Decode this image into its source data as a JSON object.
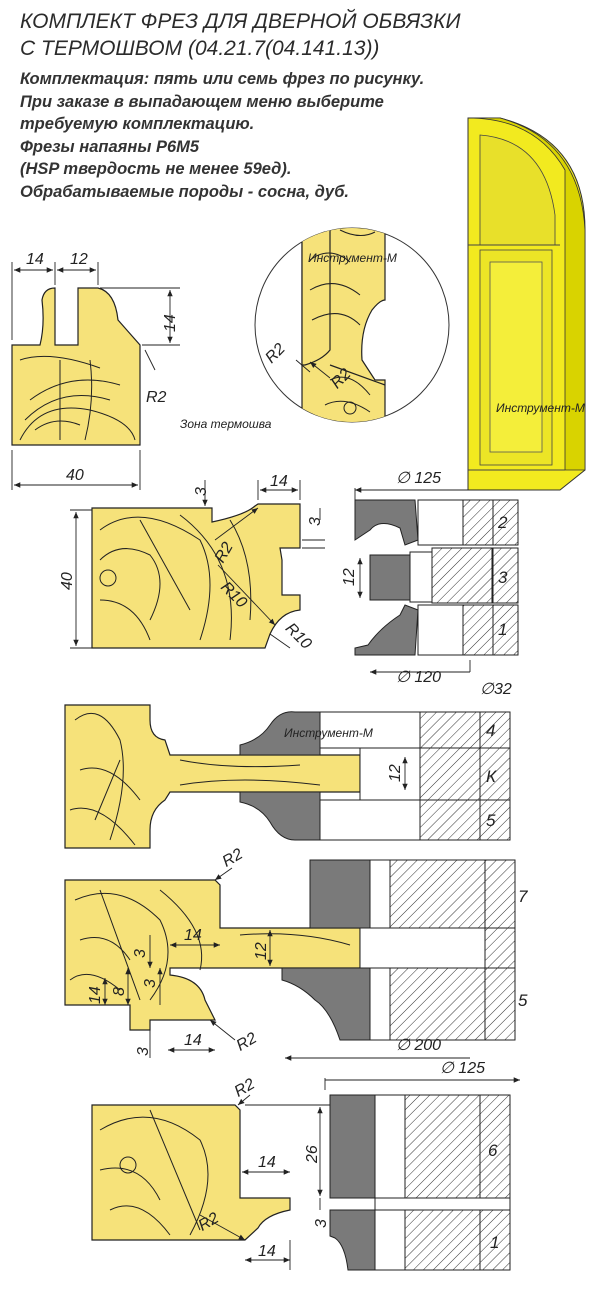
{
  "title_lines": [
    "КОМПЛЕКТ ФРЕЗ ДЛЯ ДВЕРНОЙ ОБВЯЗКИ",
    "С ТЕРМОШВОМ (04.21.7(04.141.13))"
  ],
  "description_lines": [
    "Комплектация: пять или семь фрез по рисунку.",
    "При заказе в выпадающем меню выберите",
    "требуемую комплектацию.",
    "Фрезы напаяны Р6М5",
    "(HSP твердость не менее 59ед).",
    "Обрабатываемые породы - сосна, дуб."
  ],
  "labels": {
    "tool_m": "Инструмент-М",
    "thermo_zone": "Зона термошва"
  },
  "dims": {
    "d14": "14",
    "d12": "12",
    "d40": "40",
    "d3": "3",
    "d8": "8",
    "d26": "26",
    "r2": "R2",
    "r10": "R10",
    "dia125": "∅ 125",
    "dia120": "∅ 120",
    "dia32": "∅32",
    "dia200": "∅ 200"
  },
  "cutters": {
    "n1": "1",
    "n2": "2",
    "n3": "3",
    "n4": "4",
    "nk": "К",
    "n5": "5",
    "n6": "6",
    "n7": "7"
  },
  "colors": {
    "wood": "#f6e27a",
    "knife": "#7a7a7a",
    "door": "#f2ea1f",
    "text": "#222222"
  }
}
